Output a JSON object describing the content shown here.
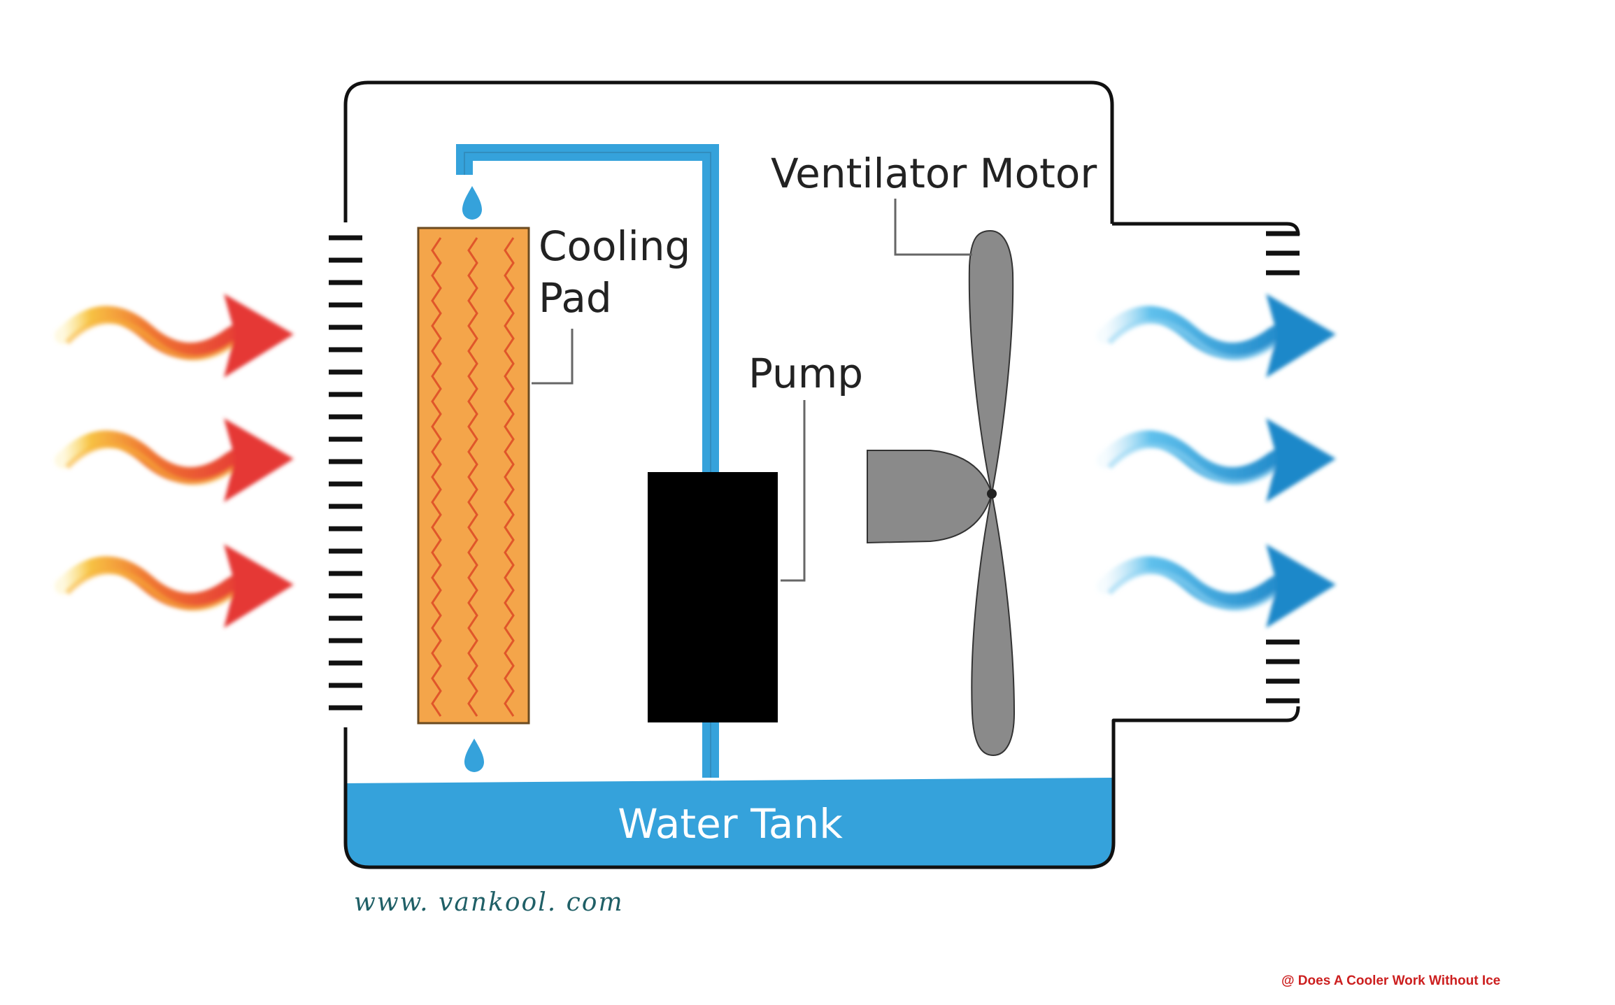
{
  "labels": {
    "ventilator_motor": "Ventilator Motor",
    "cooling_pad_line1": "Cooling",
    "cooling_pad_line2": "Pad",
    "pump": "Pump",
    "water_tank": "Water Tank"
  },
  "website": "www. vankool. com",
  "caption": "@ Does A Cooler Work Without Ice",
  "colors": {
    "water_blue": "#35a2db",
    "cooling_pad": "#f4a54a",
    "pad_zigzag": "#e0562a",
    "pump": "#000000",
    "fan": "#8a8a8a",
    "hot_air": "#e53935",
    "cool_air": "#1f88c9",
    "outline": "#111111"
  },
  "icons": {
    "hot_air_arrow": "hot-air-arrow-icon",
    "cool_air_arrow": "cool-air-arrow-icon",
    "water_drop": "water-drop-icon"
  }
}
